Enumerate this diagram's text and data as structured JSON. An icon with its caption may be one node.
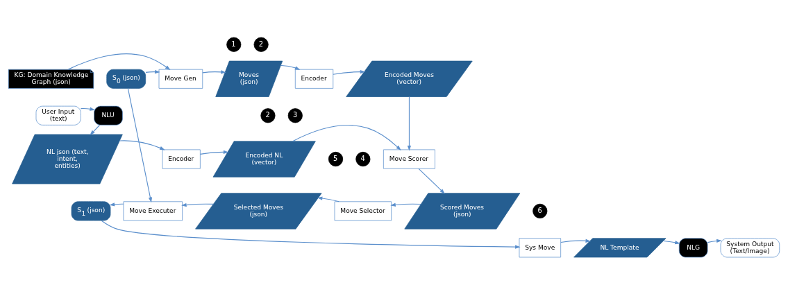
{
  "diagram": {
    "nodes": [
      {
        "text": [
          "KG: Domain Knowledge Graph (json)"
        ]
      },
      {
        "text": [
          "1"
        ]
      },
      {
        "text": [
          "2"
        ]
      },
      {
        "text": [
          "S$_{0}$ (json)"
        ]
      },
      {
        "text": [
          "Move Gen"
        ]
      },
      {
        "text": [
          "Moves (json)"
        ]
      },
      {
        "text": [
          "Encoder"
        ]
      },
      {
        "text": [
          "Encoded Moves (vector)"
        ]
      },
      {
        "text": [
          "User Input (text)"
        ]
      },
      {
        "text": [
          "NLU"
        ]
      },
      {
        "text": [
          "2"
        ]
      },
      {
        "text": [
          "3"
        ]
      },
      {
        "text": [
          "NL json (text, intent, entities)"
        ]
      },
      {
        "text": [
          "Encoder"
        ]
      },
      {
        "text": [
          "Encoded NL (vector)"
        ]
      },
      {
        "text": [
          "Move Scorer"
        ]
      },
      {
        "text": [
          "5"
        ]
      },
      {
        "text": [
          "4"
        ]
      },
      {
        "text": [
          "S$_{1}$ (json)"
        ]
      },
      {
        "text": [
          "Move Executer"
        ]
      },
      {
        "text": [
          "Selected Moves (json)"
        ]
      },
      {
        "text": [
          "Move Selector"
        ]
      },
      {
        "text": [
          "Scored Moves (json)"
        ]
      },
      {
        "text": [
          "6"
        ]
      },
      {
        "text": [
          "Sys Move"
        ]
      },
      {
        "text": [
          "NL Template"
        ]
      },
      {
        "text": [
          "NLG"
        ]
      },
      {
        "text": [
          "System Output (Text/Image)"
        ]
      }
    ],
    "edges": [
      {
        "from": 0,
        "to": 4,
        "arrow": "to"
      },
      {
        "from": 3,
        "to": 4,
        "arrow": "to"
      },
      {
        "from": 4,
        "to": 5,
        "arrow": "to"
      },
      {
        "from": 5,
        "to": 6,
        "arrow": "to"
      },
      {
        "from": 6,
        "to": 7,
        "arrow": "to"
      },
      {
        "from": 7,
        "to": 15,
        "arrow": "to"
      },
      {
        "from": 8,
        "to": 9,
        "arrow": "to"
      },
      {
        "from": 9,
        "to": 12,
        "arrow": "to"
      },
      {
        "from": 12,
        "to": 13,
        "arrow": "to"
      },
      {
        "from": 13,
        "to": 14,
        "arrow": "to"
      },
      {
        "from": 14,
        "to": 15,
        "arrow": "to"
      },
      {
        "from": 3,
        "to": 19,
        "arrow": "to"
      },
      {
        "from": 15,
        "to": 22,
        "arrow": "to"
      },
      {
        "from": 22,
        "to": 21,
        "arrow": "to"
      },
      {
        "from": 21,
        "to": 20,
        "arrow": "to"
      },
      {
        "from": 20,
        "to": 19,
        "arrow": "to"
      },
      {
        "from": 19,
        "to": 18,
        "arrow": "to"
      },
      {
        "from": 18,
        "to": 24,
        "arrow": "to"
      },
      {
        "from": 24,
        "to": 25,
        "arrow": "to"
      },
      {
        "from": 25,
        "to": 26,
        "arrow": "to"
      },
      {
        "from": 26,
        "to": 27,
        "arrow": "to"
      }
    ]
  }
}
